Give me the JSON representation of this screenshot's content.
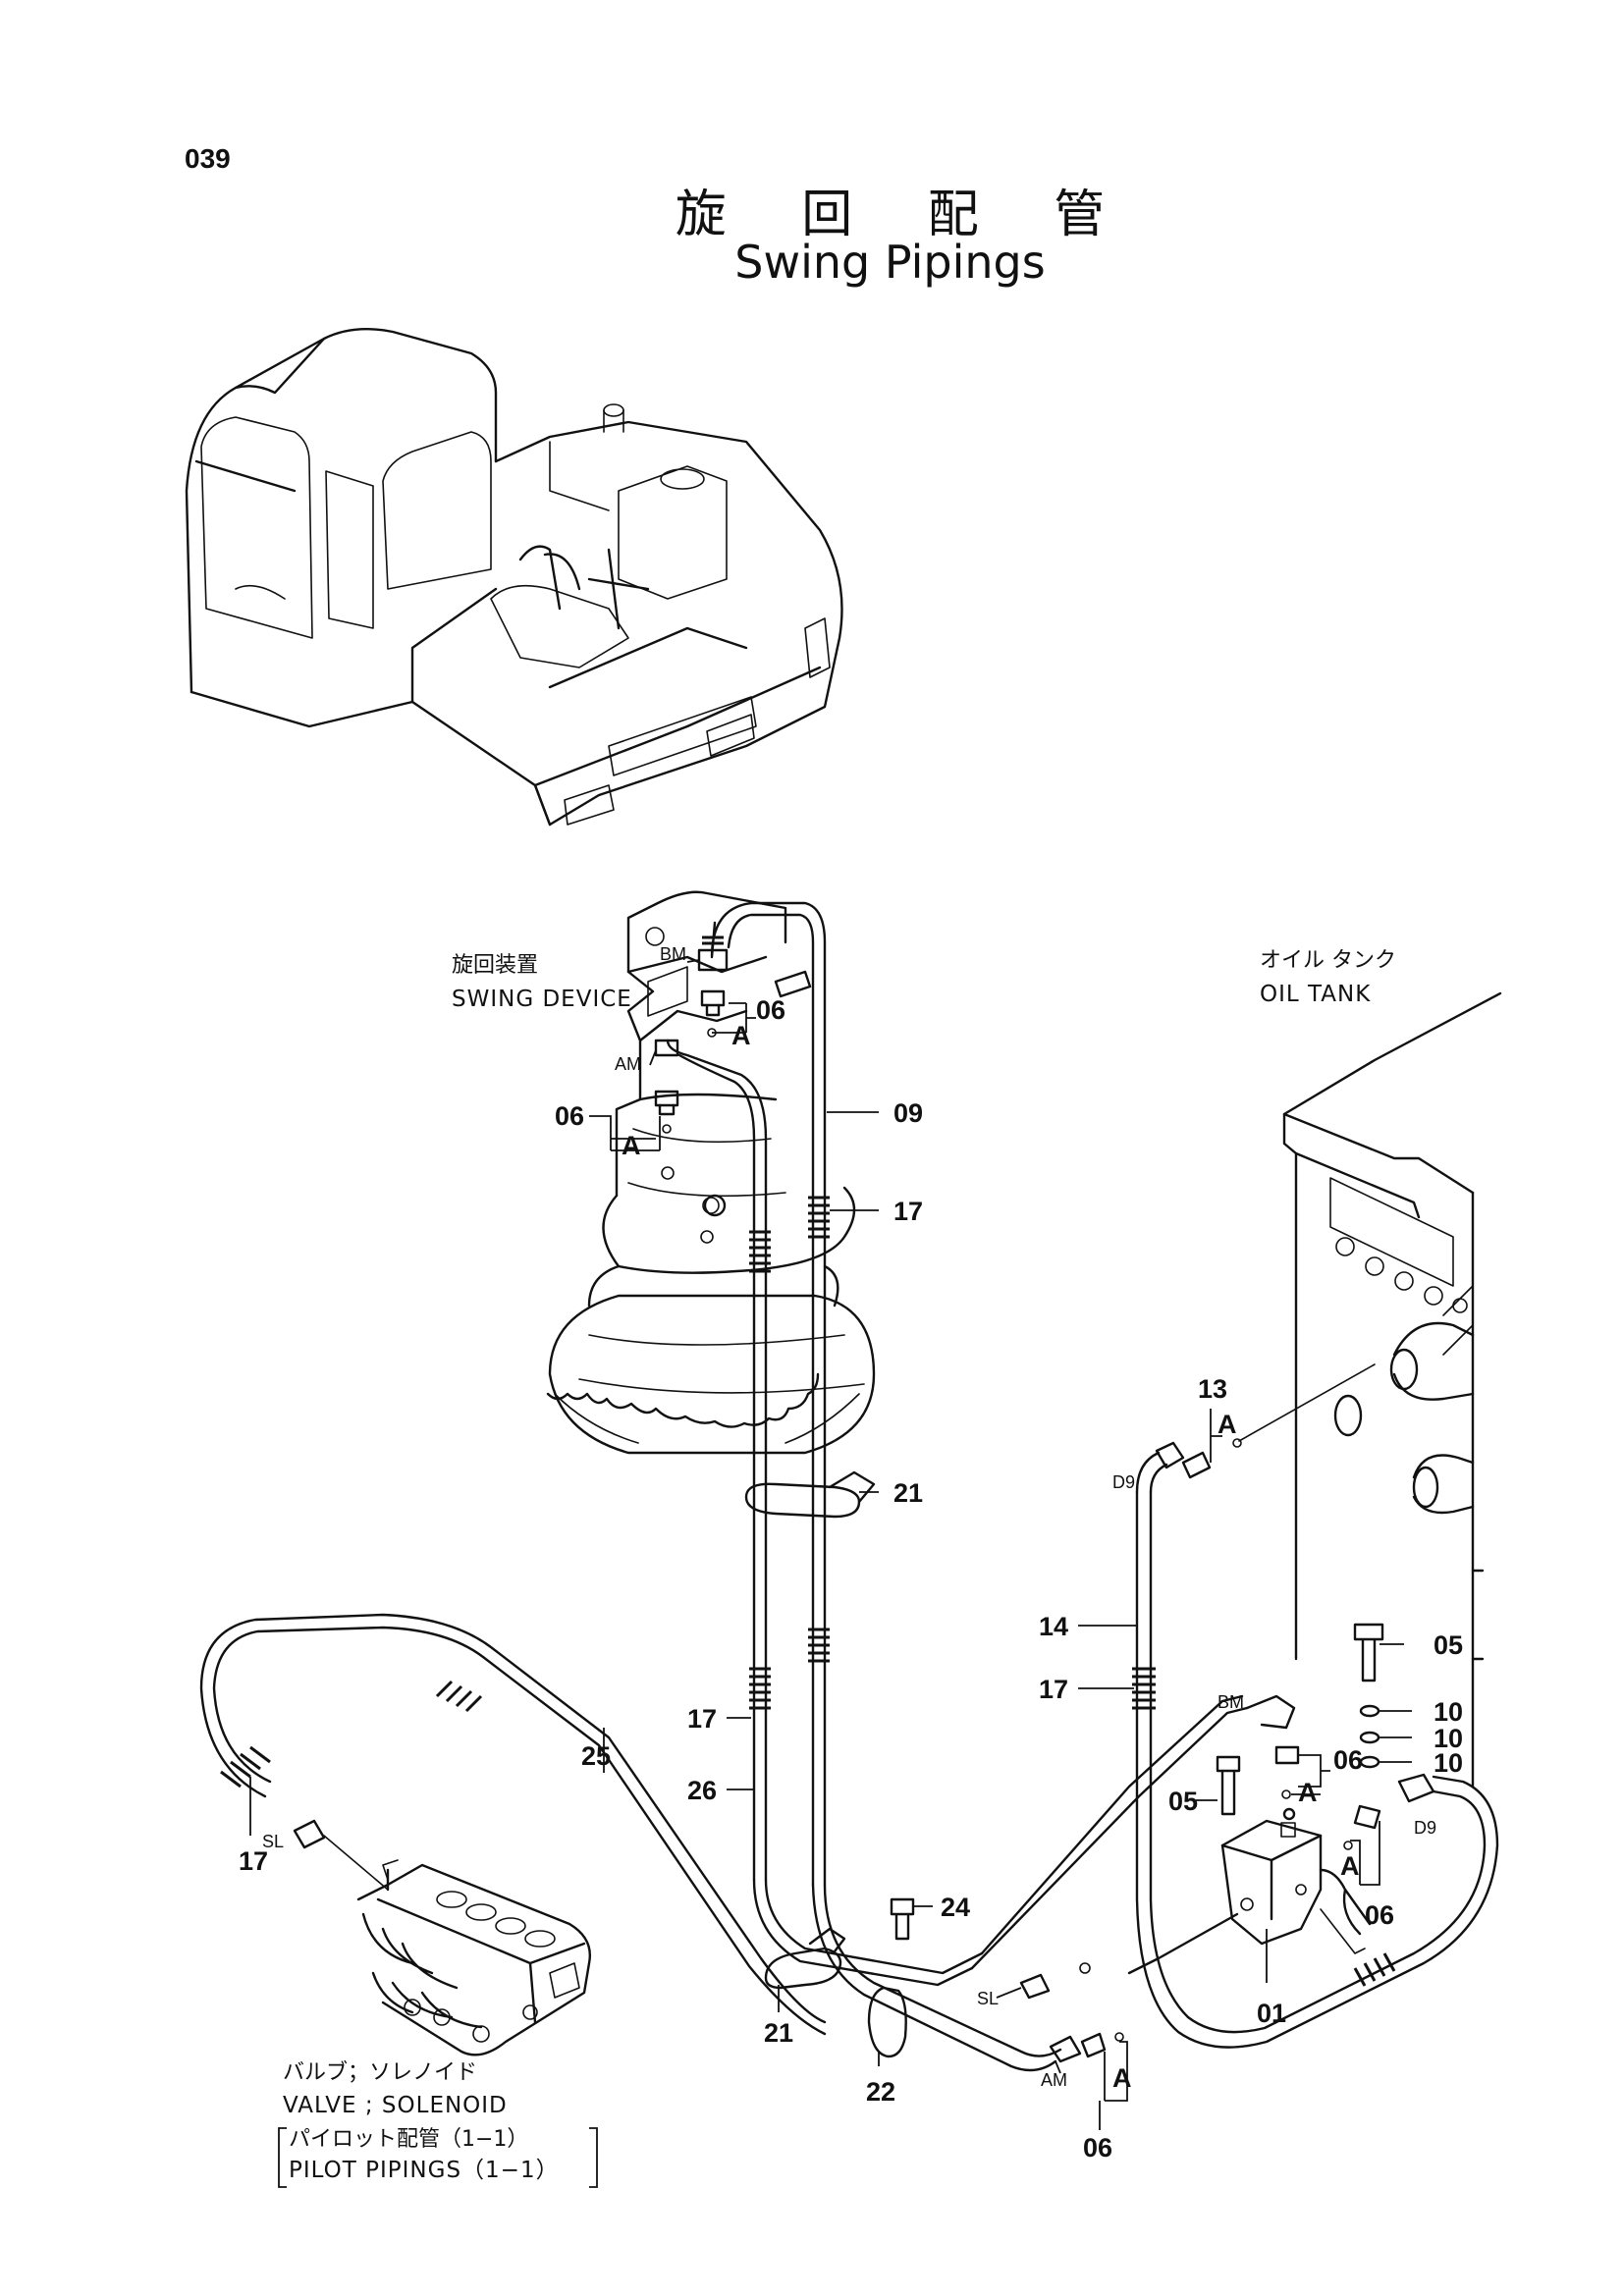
{
  "page": {
    "number": "039"
  },
  "title": {
    "japanese": "旋 回 配 管",
    "english": "Swing Pipings"
  },
  "components": {
    "swing_device": {
      "jp": "旋回装置",
      "en": "SWING DEVICE"
    },
    "oil_tank": {
      "jp": "オイル タンク",
      "en": "OIL TANK"
    },
    "valve": {
      "jp": "バルブ；ソレノイド",
      "en": "VALVE ; SOLENOID"
    },
    "pilot": {
      "jp": "パイロット配管（1−1）",
      "en": "PILOT PIPINGS（1−1）"
    }
  },
  "ports": {
    "bm": "BM",
    "am": "AM",
    "d9": "D9",
    "sl": "SL"
  },
  "detail_marker": "A",
  "callouts": {
    "c01": "01",
    "c05": "05",
    "c06": "06",
    "c09": "09",
    "c10": "10",
    "c13": "13",
    "c14": "14",
    "c17": "17",
    "c21": "21",
    "c22": "22",
    "c24": "24",
    "c25": "25",
    "c26": "26"
  },
  "icons": {
    "excavator": "excavator-overview-illustration",
    "swing_motor": "swing-motor-illustration",
    "oil_tank": "oil-tank-illustration",
    "solenoid_valve": "solenoid-valve-illustration",
    "shuttle_valve": "shuttle-valve-illustration"
  },
  "colors": {
    "ink": "#111111",
    "paper": "#ffffff"
  }
}
